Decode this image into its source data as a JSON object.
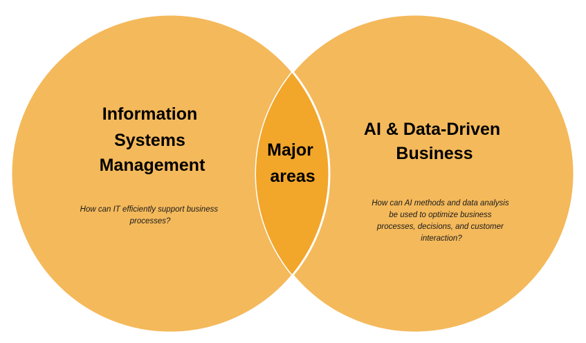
{
  "colors": {
    "circle_fill": "#F4B95B",
    "overlap_fill": "#F2A62A",
    "outline": "#FFFFFF"
  },
  "left_circle": {
    "title_lines": [
      "Information",
      "Systems",
      "Management"
    ],
    "subtitle_lines": [
      "How can IT efficiently support business",
      "processes?"
    ]
  },
  "right_circle": {
    "title_lines": [
      "AI & Data-Driven",
      "Business"
    ],
    "subtitle_lines": [
      "How can AI methods and data analysis",
      "be used to optimize business",
      "processes, decisions, and customer",
      "interaction?"
    ]
  },
  "overlap": {
    "label_lines": [
      "Major",
      "areas"
    ]
  }
}
